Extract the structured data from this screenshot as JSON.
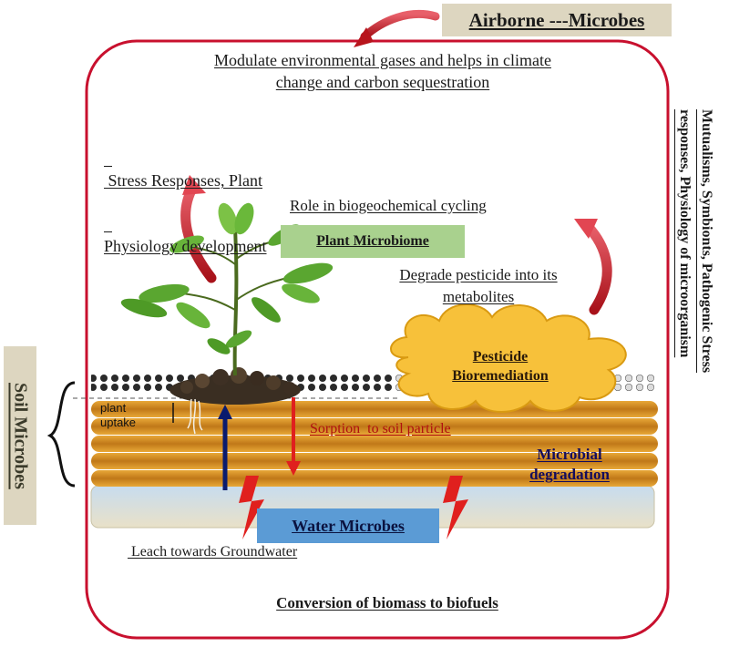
{
  "tags": {
    "airborne": "Airborne ---Microbes",
    "plant": "Plant Microbiome",
    "water": "Water Microbes",
    "soil": "Soil Microbes",
    "pesticide_line1": "Pesticide",
    "pesticide_line2": "Bioremediation"
  },
  "texts": {
    "modulate_line1": "Modulate environmental gases and  helps in climate",
    "modulate_line2": "change and carbon sequestration",
    "stress_line1": " Stress Responses, Plant",
    "stress_line2": "Physiology development",
    "biogeo": "Role in biogeochemical cycling",
    "degrade_line1": "Degrade pesticide into its",
    "degrade_line2": "metabolites",
    "plant_uptake_line1": "plant",
    "plant_uptake_line2": "uptake",
    "sorption": "Sorption  to soil particle",
    "microbial_line1": "Microbial",
    "microbial_line2": "degradation",
    "leach": " Leach towards Groundwater",
    "conversion": "Conversion of biomass to biofuels",
    "mutualism_line1": "Mutualisms, Symbionts, Pathogenic Stress",
    "mutualism_line2": "responses, Physiology of microorganism"
  },
  "colors": {
    "frame": "#c8102e",
    "tag_tan": "#ddd6c0",
    "tag_green": "#a9d18e",
    "tag_blue": "#5b9bd5",
    "soil_orange": "#d4901e",
    "cloud_yellow": "#f7c13a",
    "arrow_red": "#e0201e",
    "arrow_navy": "#0a1b6e"
  }
}
